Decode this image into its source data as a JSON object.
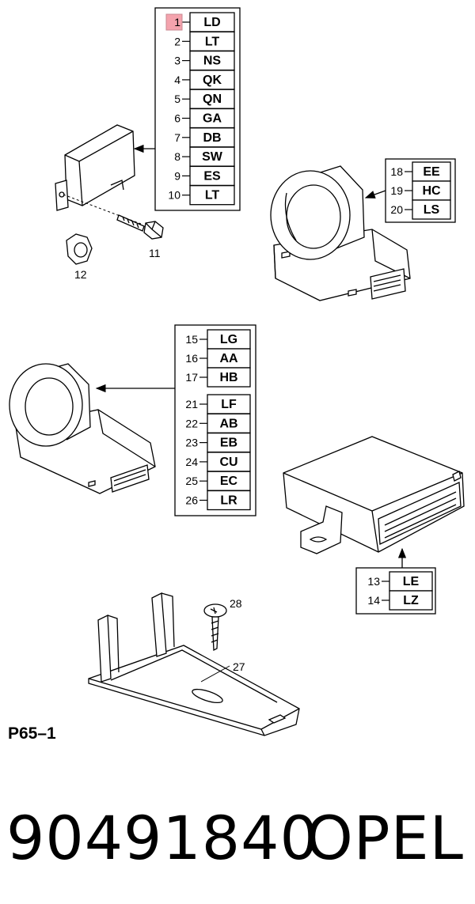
{
  "diagram": {
    "sheet_ref": "P65–1",
    "groups": [
      {
        "id": "group-top",
        "items": [
          {
            "num": "1",
            "code": "LD",
            "highlight": true
          },
          {
            "num": "2",
            "code": "LT"
          },
          {
            "num": "3",
            "code": "NS"
          },
          {
            "num": "4",
            "code": "QK"
          },
          {
            "num": "5",
            "code": "QN"
          },
          {
            "num": "6",
            "code": "GA"
          },
          {
            "num": "7",
            "code": "DB"
          },
          {
            "num": "8",
            "code": "SW"
          },
          {
            "num": "9",
            "code": "ES"
          },
          {
            "num": "10",
            "code": "LT"
          }
        ]
      },
      {
        "id": "group-right-upper",
        "items": [
          {
            "num": "18",
            "code": "EE"
          },
          {
            "num": "19",
            "code": "HC"
          },
          {
            "num": "20",
            "code": "LS"
          }
        ]
      },
      {
        "id": "group-middle-a",
        "items": [
          {
            "num": "15",
            "code": "LG"
          },
          {
            "num": "16",
            "code": "AA"
          },
          {
            "num": "17",
            "code": "HB"
          }
        ]
      },
      {
        "id": "group-middle-b",
        "items": [
          {
            "num": "21",
            "code": "LF"
          },
          {
            "num": "22",
            "code": "AB"
          },
          {
            "num": "23",
            "code": "EB"
          },
          {
            "num": "24",
            "code": "CU"
          },
          {
            "num": "25",
            "code": "EC"
          },
          {
            "num": "26",
            "code": "LR"
          }
        ]
      },
      {
        "id": "group-bottom",
        "items": [
          {
            "num": "13",
            "code": "LE"
          },
          {
            "num": "14",
            "code": "LZ"
          }
        ]
      }
    ],
    "part_labels": [
      "11",
      "12",
      "27",
      "28"
    ],
    "highlight_color": "#f4a3ad"
  },
  "footer": {
    "part_number": "90491840",
    "brand": "OPEL"
  }
}
